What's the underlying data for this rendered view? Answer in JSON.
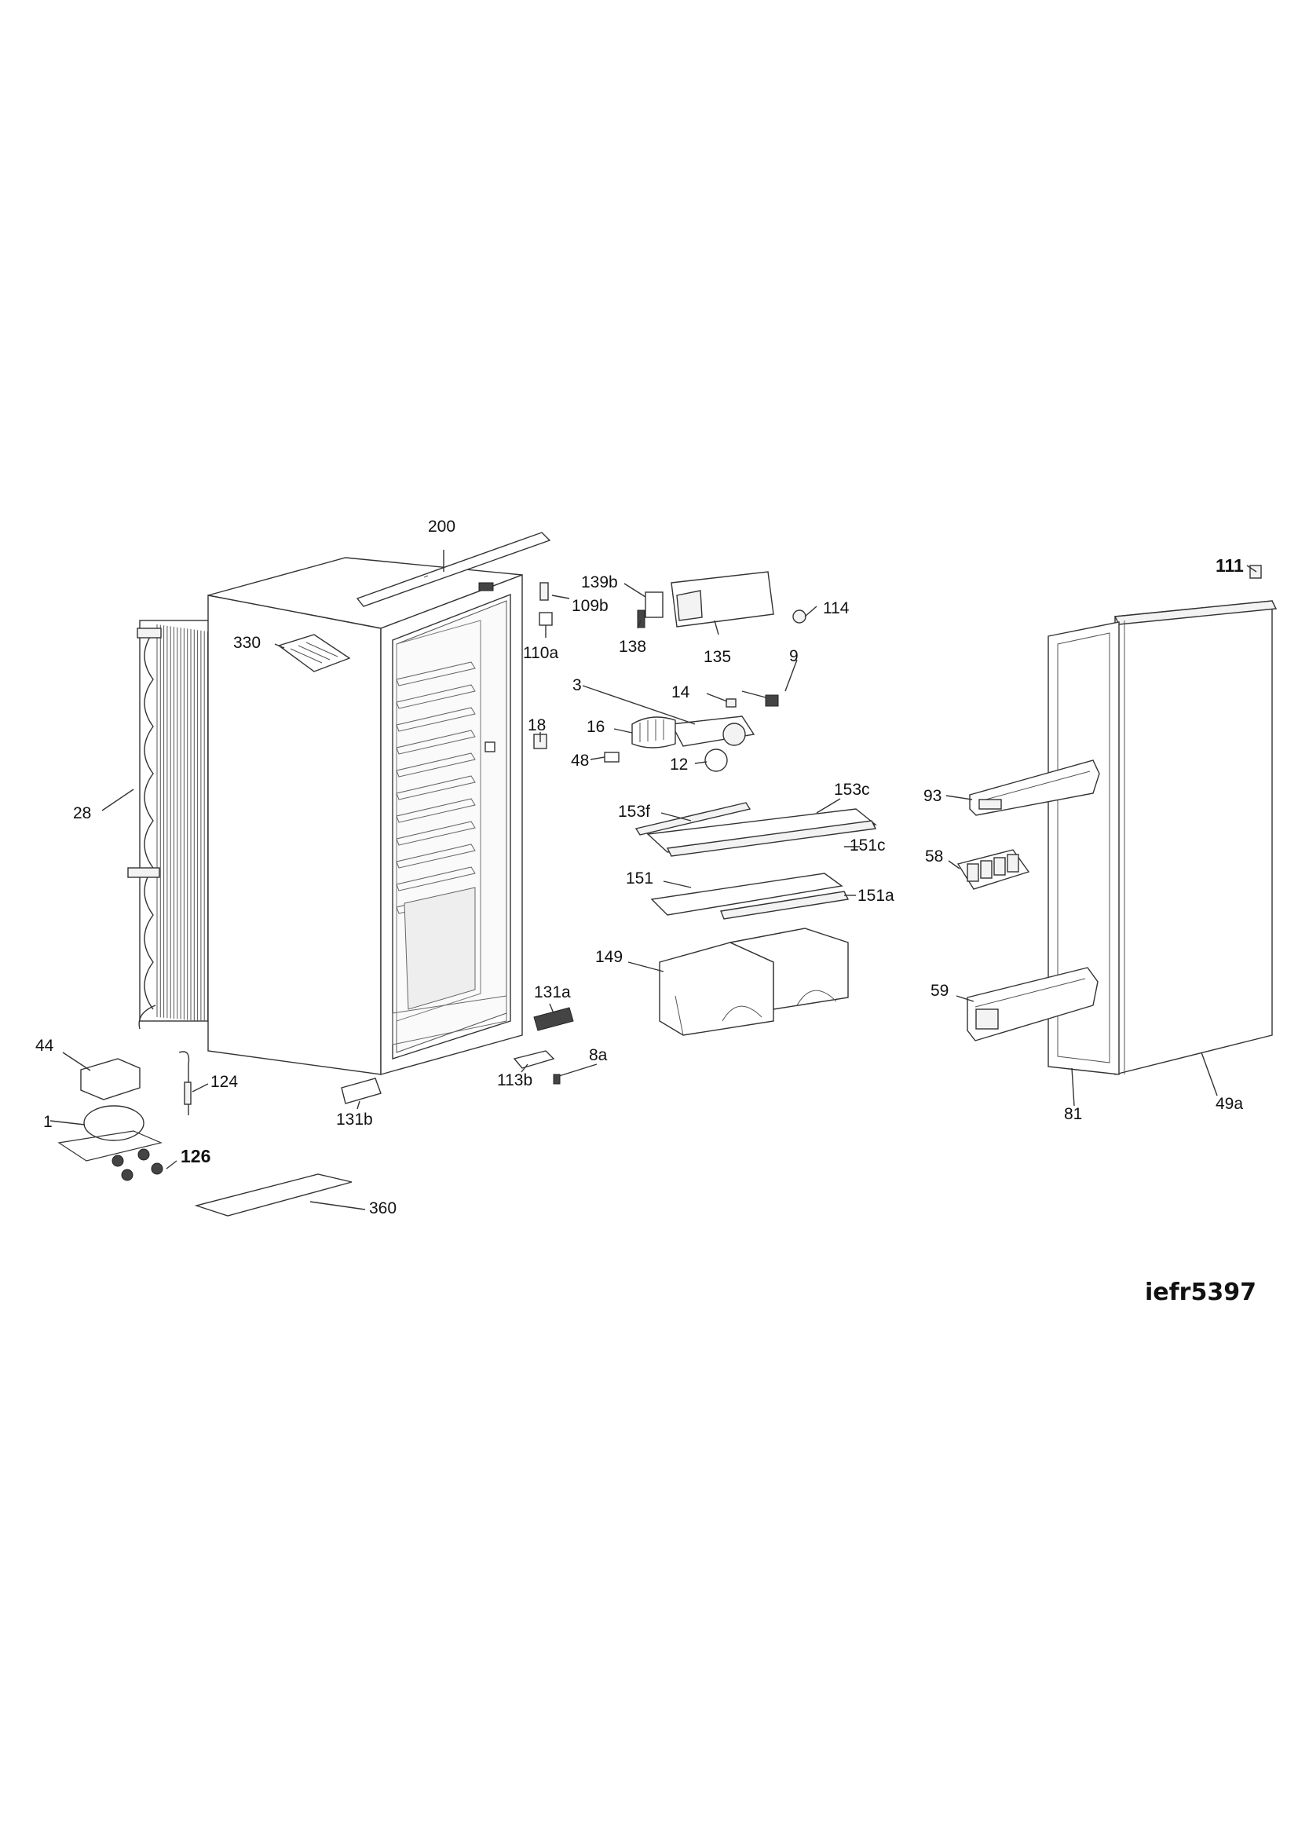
{
  "diagram": {
    "code": "iefr5397",
    "callouts": [
      {
        "id": "c200",
        "text": "200"
      },
      {
        "id": "c111",
        "text": "111"
      },
      {
        "id": "c139b",
        "text": "139b"
      },
      {
        "id": "c109b",
        "text": "109b"
      },
      {
        "id": "c114",
        "text": "114"
      },
      {
        "id": "c330",
        "text": "330"
      },
      {
        "id": "c110a",
        "text": "110a"
      },
      {
        "id": "c138",
        "text": "138"
      },
      {
        "id": "c135",
        "text": "135"
      },
      {
        "id": "c9",
        "text": "9"
      },
      {
        "id": "c3",
        "text": "3"
      },
      {
        "id": "c14",
        "text": "14"
      },
      {
        "id": "c18",
        "text": "18"
      },
      {
        "id": "c16",
        "text": "16"
      },
      {
        "id": "c48",
        "text": "48"
      },
      {
        "id": "c12",
        "text": "12"
      },
      {
        "id": "c153c",
        "text": "153c"
      },
      {
        "id": "c93",
        "text": "93"
      },
      {
        "id": "c28",
        "text": "28"
      },
      {
        "id": "c153f",
        "text": "153f"
      },
      {
        "id": "c151c",
        "text": "151c"
      },
      {
        "id": "c58",
        "text": "58"
      },
      {
        "id": "c151",
        "text": "151"
      },
      {
        "id": "c151a",
        "text": "151a"
      },
      {
        "id": "c149",
        "text": "149"
      },
      {
        "id": "c59",
        "text": "59"
      },
      {
        "id": "c131a",
        "text": "131a"
      },
      {
        "id": "c44",
        "text": "44"
      },
      {
        "id": "c8a",
        "text": "8a"
      },
      {
        "id": "c124",
        "text": "124"
      },
      {
        "id": "c113b",
        "text": "113b"
      },
      {
        "id": "c1",
        "text": "1"
      },
      {
        "id": "c131b",
        "text": "131b"
      },
      {
        "id": "c81",
        "text": "81"
      },
      {
        "id": "c49a",
        "text": "49a"
      },
      {
        "id": "c126",
        "text": "126"
      },
      {
        "id": "c360",
        "text": "360"
      }
    ]
  }
}
